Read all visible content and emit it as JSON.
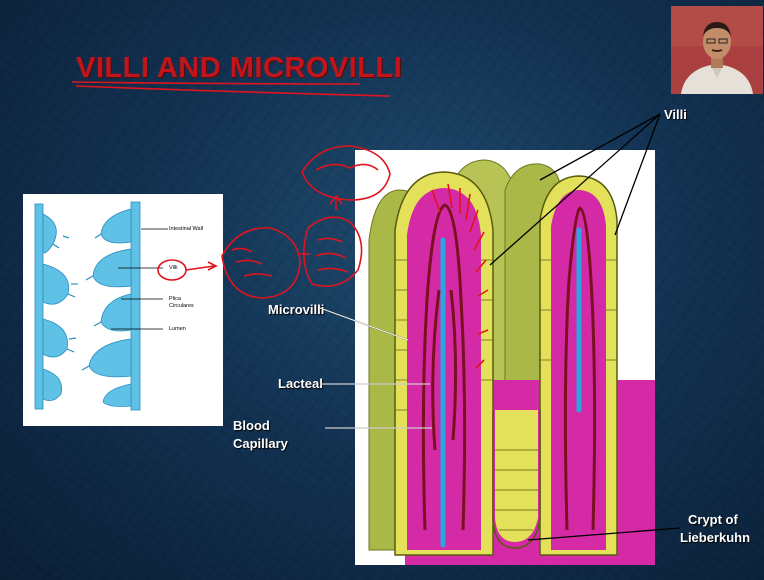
{
  "slide": {
    "title": "VILLI AND MICROVILLI"
  },
  "left_diagram": {
    "labels": {
      "intestinal_wall": "Intestinal Wall",
      "villi": "Villi",
      "plica_1": "Plica",
      "plica_2": "Circulares",
      "lumen": "Lumen"
    }
  },
  "right_diagram": {
    "labels": {
      "villi": "Villi",
      "microvilli": "Microvilli",
      "lacteal": "Lacteal",
      "blood_capillary_1": "Blood",
      "blood_capillary_2": "Capillary",
      "crypt_1": "Crypt of",
      "crypt_2": "Lieberkuhn"
    }
  },
  "colors": {
    "title_red": "#c0151b",
    "annotation_red": "#e0141e",
    "lacteal_blue": "#2aa7e0",
    "villus_green": "#a9b847",
    "tissue_pink": "#d42aa6",
    "capillary_maroon": "#7a1020",
    "intestine_blue": "#5fc1e6"
  }
}
